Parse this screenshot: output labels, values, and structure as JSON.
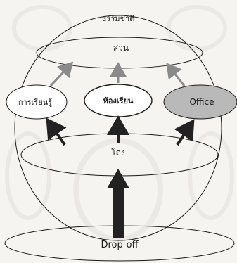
{
  "diagram": {
    "outer_label": "ธรรมชาติ",
    "garden_label": "สวน",
    "learning_label": "การเรียนรู้",
    "classroom_label": "ห้องเรียน",
    "office_label": "Office",
    "hall_label": "โถง",
    "dropoff_label": "Drop-off"
  },
  "colors": {
    "line": "#1a1a1a",
    "arrow_dark": "#222222",
    "arrow_light": "#8a8a8a",
    "office_fill": "#b9b9b9",
    "watermark": "#e3dedb"
  }
}
